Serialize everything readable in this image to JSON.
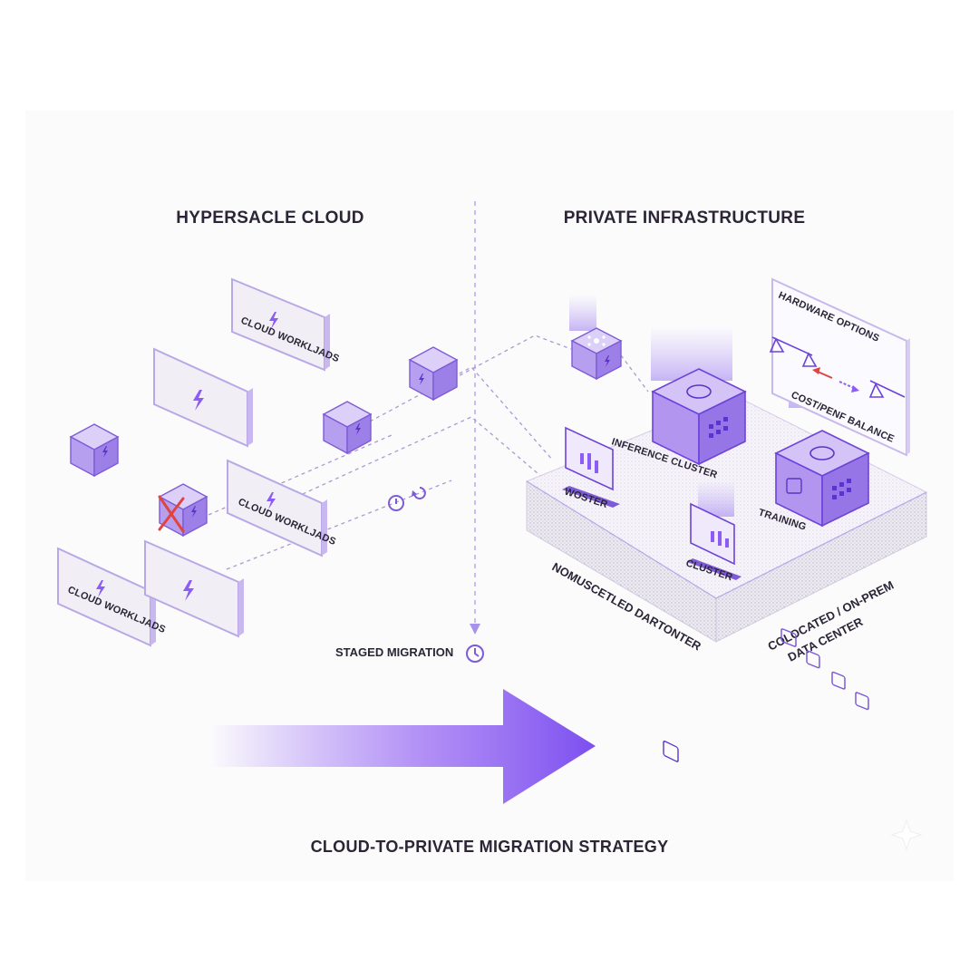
{
  "sections": {
    "left_title": "HYPERSACLE CLOUD",
    "right_title": "PRIVATE INFRASTRUCTURE",
    "footer_title": "CLOUD-TO-PRIVATE MIGRATION STRATEGY"
  },
  "workload_label": "CLOUD WORKLJADS",
  "workload_label_top": "CLOUD WORKLJADS",
  "workload_label_mid": "CLOUD WORKLJADS",
  "migration": {
    "label": "STAGED MIGRATION"
  },
  "hardware_panel": {
    "title": "HARDWARE OPTIONS",
    "balance_label": "COST/PENF BALANCE"
  },
  "clusters": {
    "inference": "INFERENCE CLUSTER",
    "training": "TRAINING",
    "woster": "WOSTER",
    "cluster": "CLUSTER"
  },
  "platform": {
    "front_label": "NOMUSCETLED DARTONTER",
    "side_label_1": "COLOCATED / ON-PREM",
    "side_label_2": "DATA CENTER"
  },
  "colors": {
    "accent": "#8b5cf6",
    "accent_dark": "#6d43d9",
    "cube_light": "#c9b6f2",
    "error": "#e0443e"
  }
}
